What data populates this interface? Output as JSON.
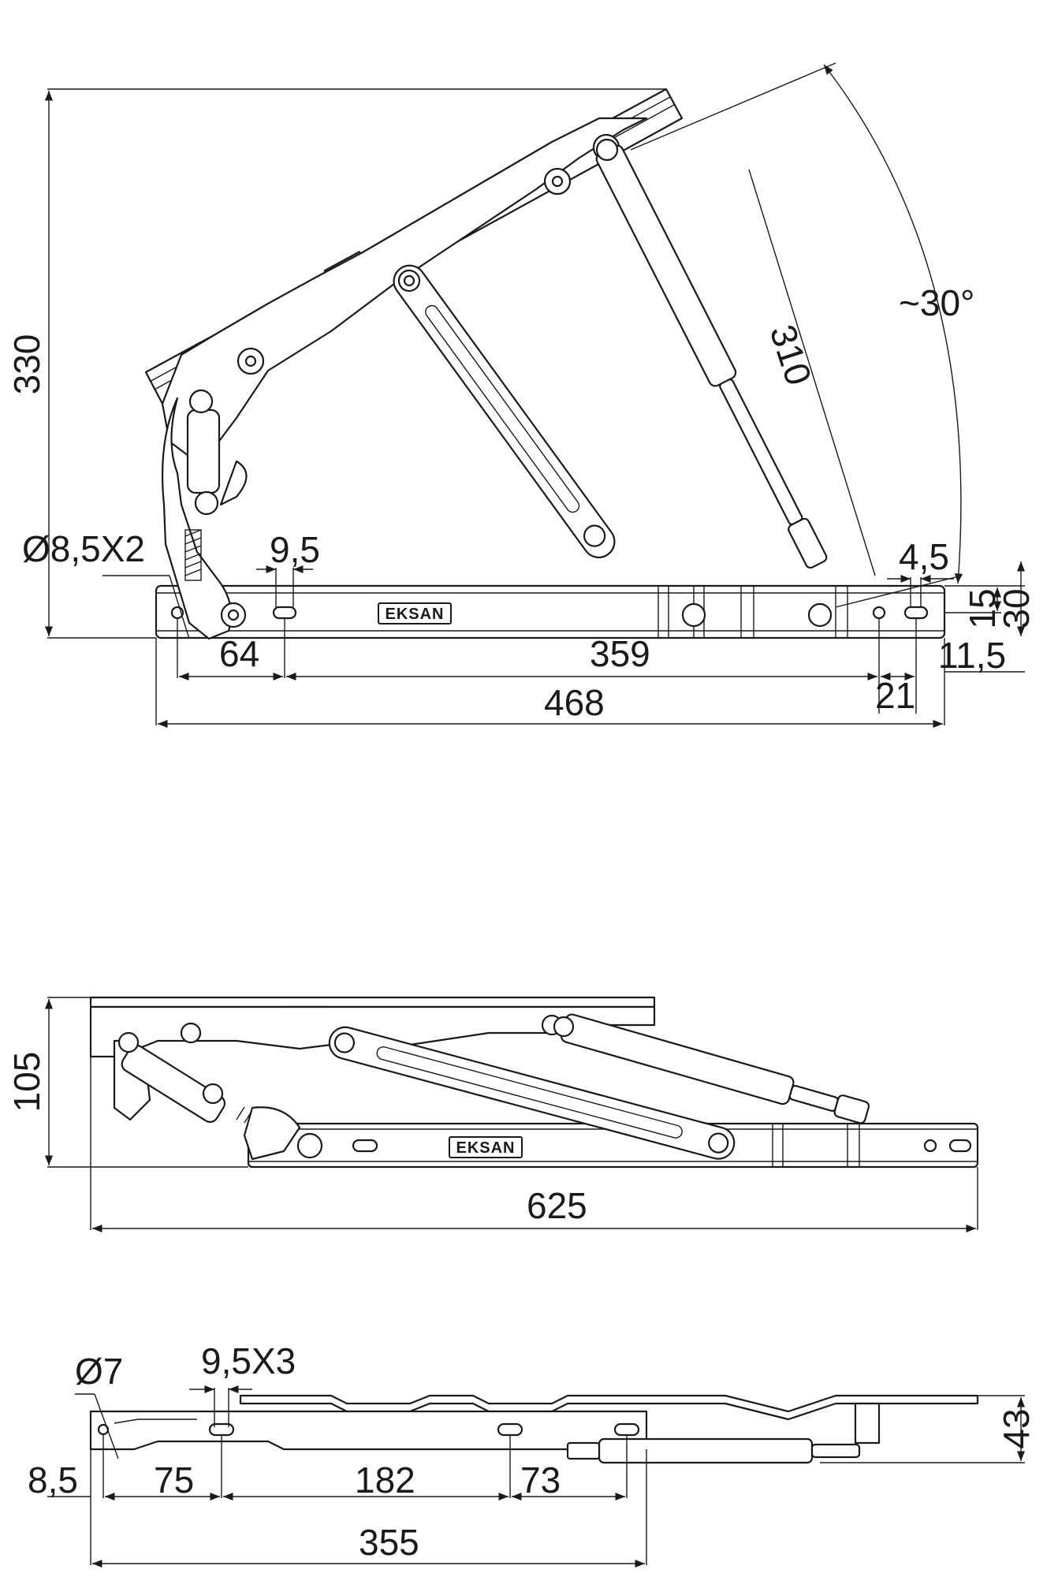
{
  "brand": "EKSAN",
  "top_view": {
    "dims": {
      "height": "330",
      "diameter": "Ø8,5X2",
      "slot": "9,5",
      "gap_left": "64",
      "span": "359",
      "total_length": "468",
      "hole_offset": "21",
      "slot_width": "4,5",
      "hole_height": "15",
      "base_height": "30",
      "base_offset": "11,5",
      "spring_length": "310",
      "angle": "~30°"
    }
  },
  "middle_view": {
    "dims": {
      "height": "105",
      "total_length": "625"
    }
  },
  "bottom_view": {
    "dims": {
      "diameter": "Ø7",
      "slots": "9,5X3",
      "height": "43",
      "edge_offset": "8,5",
      "first_gap": "75",
      "mid_gap": "182",
      "last_gap": "73",
      "total_length": "355"
    }
  }
}
